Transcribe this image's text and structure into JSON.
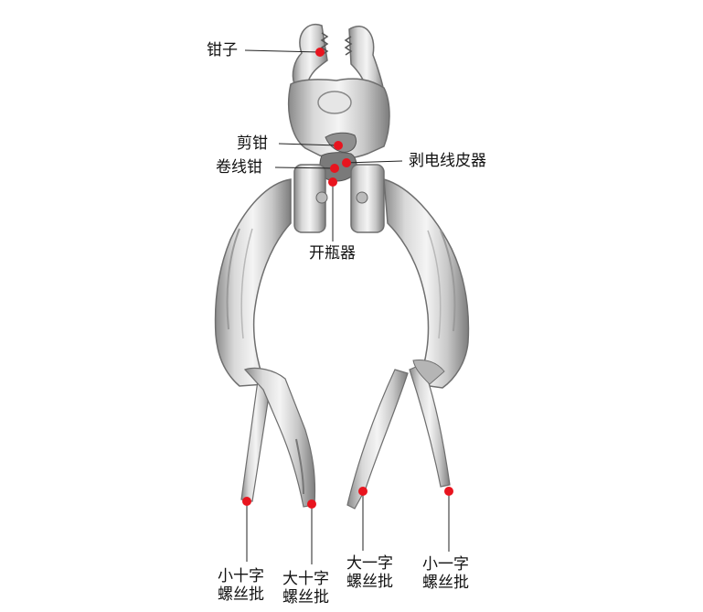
{
  "product": {
    "icon": "multi-tool-pliers-photo"
  },
  "labels": {
    "pliers": "钳子",
    "cutter": "剪钳",
    "crimper": "卷线钳",
    "wire_stripper": "剥电线皮器",
    "bottle_opener": "开瓶器",
    "small_phillips": [
      "小十字",
      "螺丝批"
    ],
    "large_phillips": [
      "大十字",
      "螺丝批"
    ],
    "large_flat": [
      "大一字",
      "螺丝批"
    ],
    "small_flat": [
      "小一字",
      "螺丝批"
    ]
  },
  "colors": {
    "marker": "#e8141e",
    "leader": "#222222",
    "steel_light": "#eeeeee",
    "steel_mid": "#c4c4c4",
    "steel_dark": "#7c7c7c"
  }
}
